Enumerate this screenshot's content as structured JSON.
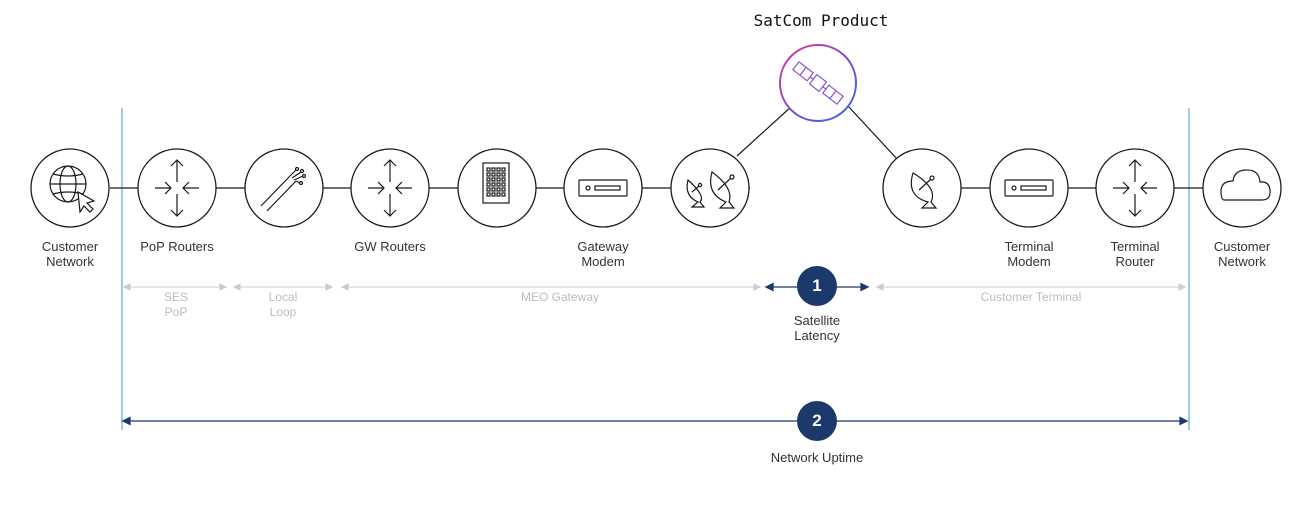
{
  "title": "SatCom Product",
  "nodes": [
    {
      "id": "customer-network-left",
      "icon": "globe-cursor-icon",
      "label": "Customer\nNetwork"
    },
    {
      "id": "pop-routers",
      "icon": "router-arrows-icon",
      "label": "PoP Routers"
    },
    {
      "id": "local-loop",
      "icon": "fiber-cable-icon",
      "label": ""
    },
    {
      "id": "gw-routers",
      "icon": "router-arrows-icon",
      "label": "GW Routers"
    },
    {
      "id": "gateway-building",
      "icon": "building-icon",
      "label": ""
    },
    {
      "id": "gateway-modem",
      "icon": "modem-icon",
      "label": "Gateway\nModem"
    },
    {
      "id": "gateway-antennas",
      "icon": "satellite-dishes-icon",
      "label": ""
    },
    {
      "id": "satellite",
      "icon": "satellite-icon",
      "label": ""
    },
    {
      "id": "terminal-antenna",
      "icon": "satellite-dish-icon",
      "label": ""
    },
    {
      "id": "terminal-modem",
      "icon": "modem-icon",
      "label": "Terminal\nModem"
    },
    {
      "id": "terminal-router",
      "icon": "router-arrows-icon",
      "label": "Terminal\nRouter"
    },
    {
      "id": "customer-network-right",
      "icon": "cloud-icon",
      "label": "Customer\nNetwork"
    }
  ],
  "segments": [
    {
      "id": "ses-pop",
      "label": "SES\nPoP"
    },
    {
      "id": "local-loop",
      "label": "Local\nLoop"
    },
    {
      "id": "meo-gateway",
      "label": "MEO Gateway"
    },
    {
      "id": "customer-terminal",
      "label": "Customer Terminal"
    }
  ],
  "metrics": [
    {
      "id": "satellite-latency",
      "number": "1",
      "label": "Satellite\nLatency"
    },
    {
      "id": "network-uptime",
      "number": "2",
      "label": "Network Uptime"
    }
  ],
  "colors": {
    "line": "#1a1a1a",
    "boundary": "#5aaad6",
    "segment_arrow": "#c9ccd1",
    "metric": "#1b3a6b",
    "satellite_gradient": [
      "#e2338f",
      "#7b4fd0",
      "#2f6fd6"
    ]
  }
}
